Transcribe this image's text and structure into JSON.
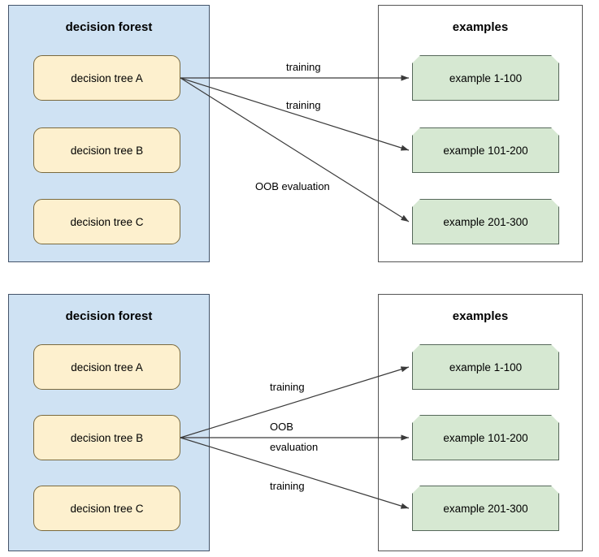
{
  "colors": {
    "forest_panel_fill": "#cfe2f3",
    "forest_panel_stroke": "#44546a",
    "examples_panel_fill": "#ffffff",
    "examples_panel_stroke": "#555555",
    "tree_fill": "#fdf0ce",
    "tree_stroke": "#7a6a3e",
    "example_fill": "#d6e8d2",
    "example_stroke": "#56685a",
    "edge_stroke": "#3a3a3a",
    "text": "#000000",
    "background": "#ffffff"
  },
  "diagrams": [
    {
      "id": "top",
      "forest": {
        "title": "decision forest",
        "trees": [
          {
            "label": "decision tree A",
            "highlighted": true
          },
          {
            "label": "decision tree B",
            "highlighted": false
          },
          {
            "label": "decision tree C",
            "highlighted": false
          }
        ]
      },
      "examples": {
        "title": "examples",
        "items": [
          {
            "label": "example 1-100"
          },
          {
            "label": "example 101-200"
          },
          {
            "label": "example 201-300"
          }
        ]
      },
      "edges": [
        {
          "from": "decision tree A",
          "to": "example 1-100",
          "label": "training"
        },
        {
          "from": "decision tree A",
          "to": "example 101-200",
          "label": "training"
        },
        {
          "from": "decision tree A",
          "to": "example 201-300",
          "label": "OOB evaluation"
        }
      ]
    },
    {
      "id": "bottom",
      "forest": {
        "title": "decision forest",
        "trees": [
          {
            "label": "decision tree A",
            "highlighted": false
          },
          {
            "label": "decision tree B",
            "highlighted": true
          },
          {
            "label": "decision tree C",
            "highlighted": false
          }
        ]
      },
      "examples": {
        "title": "examples",
        "items": [
          {
            "label": "example 1-100"
          },
          {
            "label": "example 101-200"
          },
          {
            "label": "example 201-300"
          }
        ]
      },
      "edges": [
        {
          "from": "decision tree B",
          "to": "example 1-100",
          "label": "training"
        },
        {
          "from": "decision tree B",
          "to": "example 101-200",
          "label_line1": "OOB",
          "label_line2": "evaluation"
        },
        {
          "from": "decision tree B",
          "to": "example 201-300",
          "label": "training"
        }
      ]
    }
  ]
}
